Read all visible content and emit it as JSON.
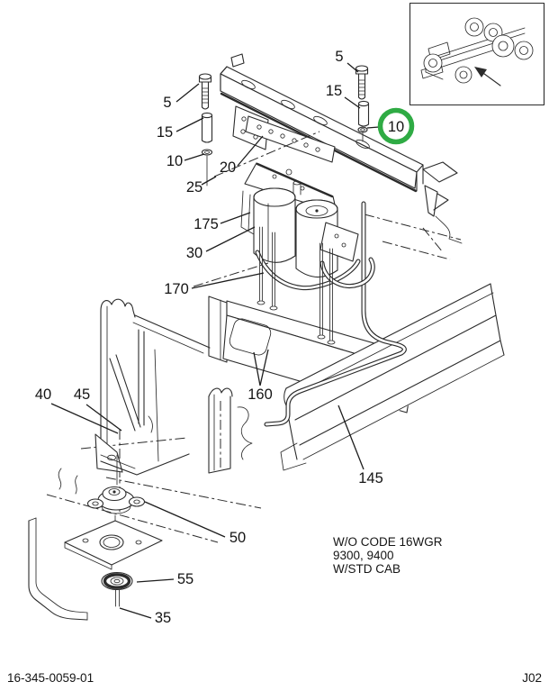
{
  "figure": {
    "type": "exploded-parts-diagram"
  },
  "callouts": [
    {
      "label": "5"
    },
    {
      "label": "15"
    },
    {
      "label": "10"
    },
    {
      "label": "25"
    },
    {
      "label": "20"
    },
    {
      "label": "5"
    },
    {
      "label": "15"
    },
    {
      "label": "10"
    },
    {
      "label": "175"
    },
    {
      "label": "30"
    },
    {
      "label": "170"
    },
    {
      "label": "160"
    },
    {
      "label": "40"
    },
    {
      "label": "45"
    },
    {
      "label": "145"
    },
    {
      "label": "50"
    },
    {
      "label": "55"
    },
    {
      "label": "35"
    }
  ],
  "highlight": {
    "label": "10",
    "color": "#2fab44"
  },
  "note": {
    "lines": [
      "W/O CODE 16WGR",
      "9300, 9400",
      "W/STD CAB"
    ]
  },
  "footer": {
    "left": "16-345-0059-01",
    "right": "J02"
  }
}
